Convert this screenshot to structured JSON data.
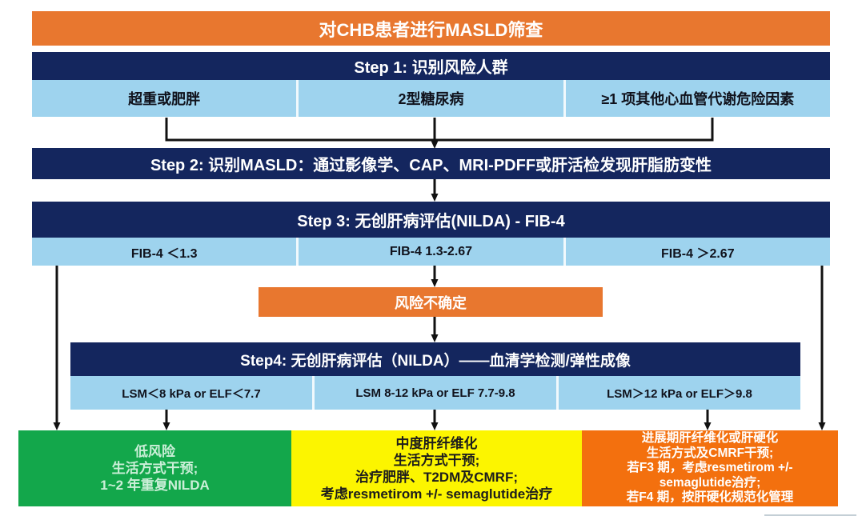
{
  "colors": {
    "accent_orange": "#E8772F",
    "navy": "#14265E",
    "light_blue": "#9ED3EE",
    "green": "#13A74B",
    "green_text": "#CBEFD8",
    "yellow": "#FCF500",
    "advanced_orange": "#F3700E",
    "arrow_black": "#111111"
  },
  "title": {
    "text": "对CHB患者进行MASLD筛查"
  },
  "step1": {
    "header": "Step 1: 识别风险人群",
    "cells": [
      "超重或肥胖",
      "2型糖尿病",
      "≥1 项其他心血管代谢危险因素"
    ]
  },
  "step2": {
    "header": "Step 2: 识别MASLD：通过影像学、CAP、MRI-PDFF或肝活检发现肝脂肪变性"
  },
  "step3": {
    "header": "Step 3: 无创肝病评估(NILDA) - FIB-4",
    "cells": [
      "FIB-4 ＜1.3",
      "FIB-4 1.3-2.67",
      "FIB-4 ＞2.67"
    ]
  },
  "uncertain": {
    "label": "风险不确定"
  },
  "step4": {
    "header": "Step4: 无创肝病评估（NILDA）——血清学检测/弹性成像",
    "cells": [
      "LSM＜8 kPa or ELF＜7.7",
      "LSM 8-12 kPa or ELF 7.7-9.8",
      "LSM＞12 kPa or ELF＞9.8"
    ]
  },
  "outcomes": {
    "low": {
      "lines": [
        "低风险",
        "生活方式干预;",
        "1~2 年重复NILDA"
      ]
    },
    "moderate": {
      "lines": [
        "中度肝纤维化",
        "生活方式干预;",
        "治疗肥胖、T2DM及CMRF;",
        "考虑resmetirom +/- semaglutide治疗"
      ]
    },
    "advanced": {
      "lines": [
        "进展期肝纤维化或肝硬化",
        "生活方式及CMRF干预;",
        "若F3 期，考虑resmetirom +/-",
        "semaglutide治疗;",
        "若F4 期，按肝硬化规范化管理"
      ]
    }
  }
}
